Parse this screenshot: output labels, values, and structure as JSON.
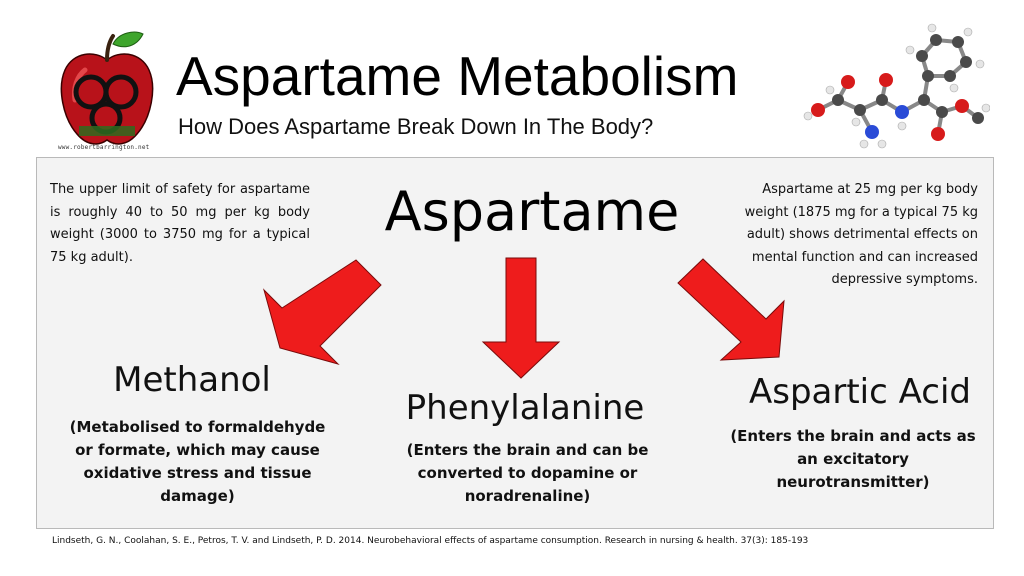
{
  "header": {
    "logo_url": "www.robertbarrington.net",
    "title": "Aspartame Metabolism",
    "subtitle": "How Does Aspartame Break Down In The Body?"
  },
  "diagram": {
    "center_title": "Aspartame",
    "left_note": "The upper limit of safety for aspartame is roughly 40 to 50 mg per kg body weight (3000 to 3750 mg for a typical 75 kg adult).",
    "right_note": "Aspartame at 25 mg per kg body weight (1875 mg for a typical 75 kg adult) shows detrimental effects on mental function and can increased depressive symptoms.",
    "products": [
      {
        "name": "Methanol",
        "description": "(Metabolised to formaldehyde or formate, which may cause oxidative stress and tissue damage)"
      },
      {
        "name": "Phenylalanine",
        "description": "(Enters the brain and can be converted to dopamine or noradrenaline)"
      },
      {
        "name": "Aspartic Acid",
        "description": "(Enters the brain and acts as an excitatory neurotransmitter)"
      }
    ],
    "arrow_color": "#ee1c1c"
  },
  "citation": "Lindseth, G. N., Coolahan, S. E., Petros, T. V. and Lindseth, P. D. 2014. Neurobehavioral effects of aspartame consumption. Research in nursing & health. 37(3): 185-193"
}
